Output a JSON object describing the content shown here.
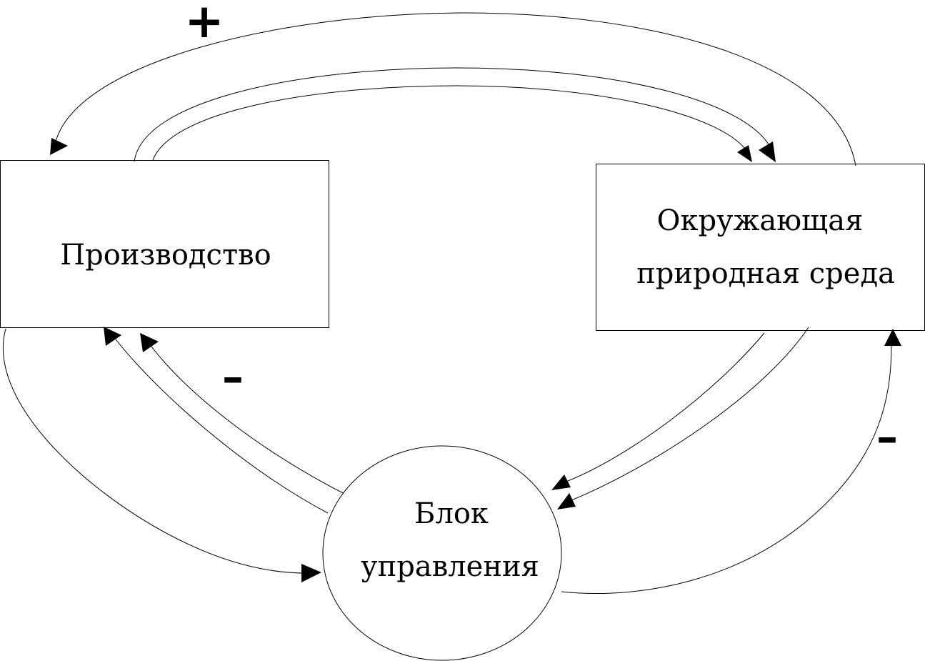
{
  "diagram": {
    "nodes": {
      "production": {
        "label": "Производство"
      },
      "environment": {
        "label_line1": "Окружающая",
        "label_line2": "природная среда"
      },
      "control": {
        "label_line1": "Блок",
        "label_line2": "управления"
      }
    },
    "signs": {
      "plus_top": "+",
      "minus_left": "–",
      "minus_right": "–"
    }
  }
}
